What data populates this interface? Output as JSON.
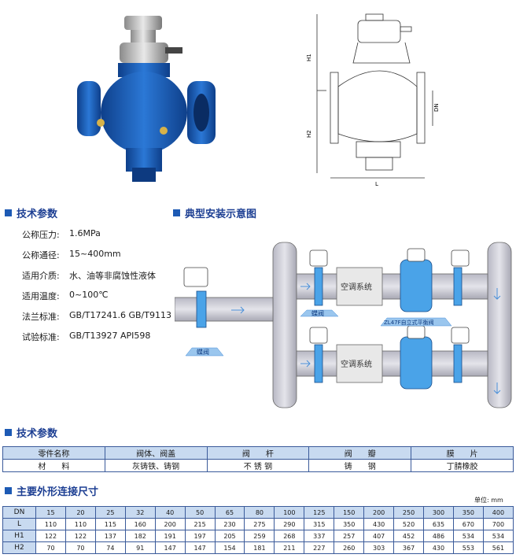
{
  "sections": {
    "tech_params_1": "技术参数",
    "install_diagram": "典型安装示意图",
    "tech_params_2": "技术参数",
    "dimensions": "主要外形连接尺寸"
  },
  "specs": [
    {
      "label": "公称压力:",
      "value": "1.6MPa"
    },
    {
      "label": "公称通径:",
      "value": "15~400mm"
    },
    {
      "label": "适用介质:",
      "value": "水、油等非腐蚀性液体"
    },
    {
      "label": "适用温度:",
      "value": "0~100℃"
    },
    {
      "label": "法兰标准:",
      "value": "GB/T17241.6  GB/T9113"
    },
    {
      "label": "试验标准:",
      "value": "GB/T13927  API598"
    }
  ],
  "drawing_labels": {
    "h1": "H1",
    "h2": "H2",
    "dn": "DN",
    "l": "L"
  },
  "diagram_labels": {
    "ac1": "空调系统",
    "ac2": "空调系统",
    "butterfly1": "蝶阀",
    "butterfly2": "蝶阀",
    "balance_valve": "ZL47F自立式平衡阀"
  },
  "materials": {
    "headers": [
      "零件名称",
      "阀体、阀盖",
      "阀　　杆",
      "阀　　瓣",
      "膜　　片"
    ],
    "row": [
      "材　　料",
      "灰铸铁、铸钢",
      "不 锈 钢",
      "铸　　钢",
      "丁腈橡胶"
    ]
  },
  "unit_label": "单位: mm",
  "dim_table": {
    "rows": [
      {
        "label": "DN",
        "values": [
          "15",
          "20",
          "25",
          "32",
          "40",
          "50",
          "65",
          "80",
          "100",
          "125",
          "150",
          "200",
          "250",
          "300",
          "350",
          "400"
        ]
      },
      {
        "label": "L",
        "values": [
          "110",
          "110",
          "115",
          "160",
          "200",
          "215",
          "230",
          "275",
          "290",
          "315",
          "350",
          "430",
          "520",
          "635",
          "670",
          "700"
        ]
      },
      {
        "label": "H1",
        "values": [
          "122",
          "122",
          "137",
          "182",
          "191",
          "197",
          "205",
          "259",
          "268",
          "337",
          "257",
          "407",
          "452",
          "486",
          "534",
          "534"
        ]
      },
      {
        "label": "H2",
        "values": [
          "70",
          "70",
          "74",
          "91",
          "147",
          "147",
          "154",
          "181",
          "211",
          "227",
          "260",
          "303",
          "367",
          "430",
          "553",
          "561"
        ]
      }
    ]
  },
  "colors": {
    "valve_blue": "#1f63c0",
    "pipe": "#c8c8d2",
    "accent": "#1d5ab4",
    "header_fill": "#c8daf0"
  }
}
